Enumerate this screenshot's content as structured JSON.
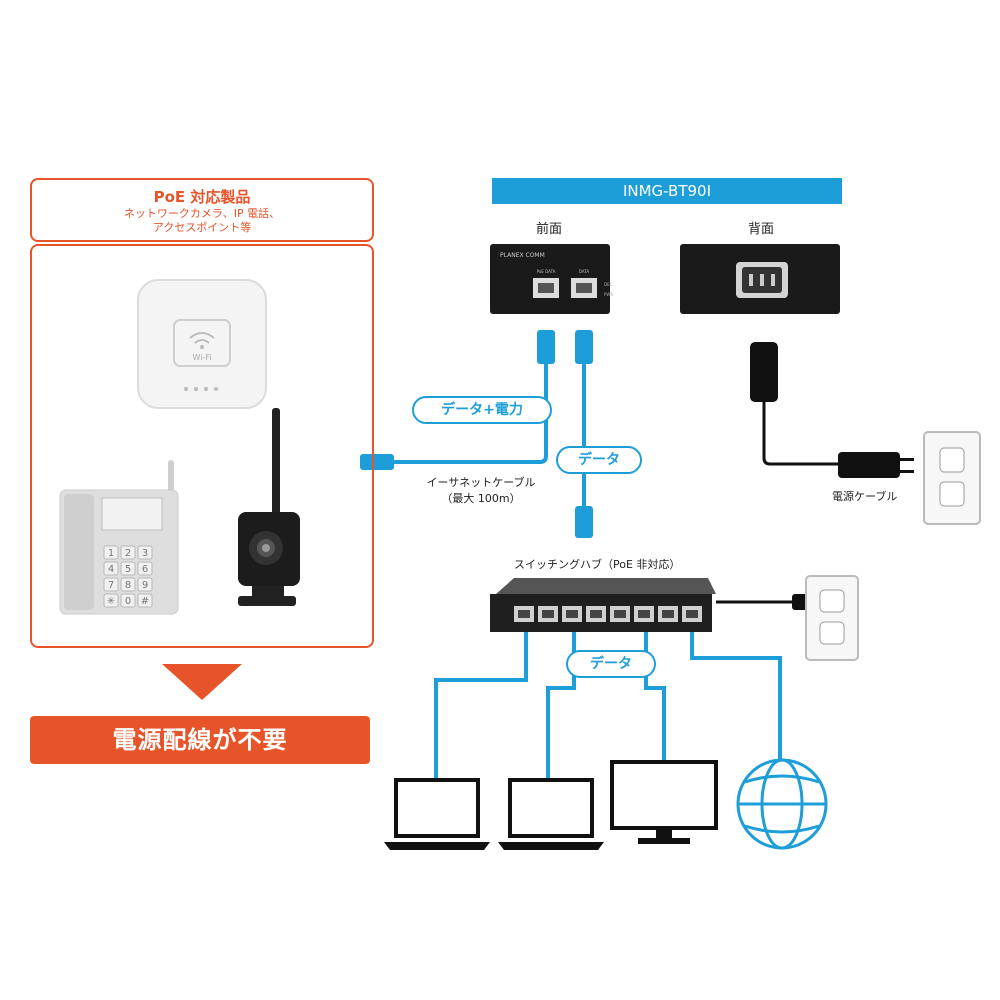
{
  "poe": {
    "title": "PoE 対応製品",
    "subtitle_line1": "ネットワークカメラ、IP 電話、",
    "subtitle_line2": "アクセスポイント等",
    "result": "電源配線が不要"
  },
  "device": {
    "model": "INMG-BT90I",
    "front_label": "前面",
    "back_label": "背面",
    "brand": "PLANEX COMM",
    "port_label_poe": "PoE DATA",
    "port_label_data": "DATA",
    "led_label_1": "DEC",
    "led_label_2": "PWR"
  },
  "labels": {
    "data_power": "データ+電力",
    "data_upper": "データ",
    "data_lower": "データ",
    "ethernet_cable_line1": "イーサネットケーブル",
    "ethernet_cable_line2": "（最大 100m）",
    "power_cable": "電源ケーブル",
    "switch_hub": "スイッチングハブ（PoE 非対応）",
    "wifi_text": "Wi-Fi"
  },
  "phone_keys": [
    "1",
    "2",
    "3",
    "4",
    "5",
    "6",
    "7",
    "8",
    "9",
    "✳",
    "0",
    "#"
  ],
  "colors": {
    "accent_orange": "#e8542a",
    "cable_blue": "#1e9ed9",
    "device_black": "#1a1a1a"
  }
}
